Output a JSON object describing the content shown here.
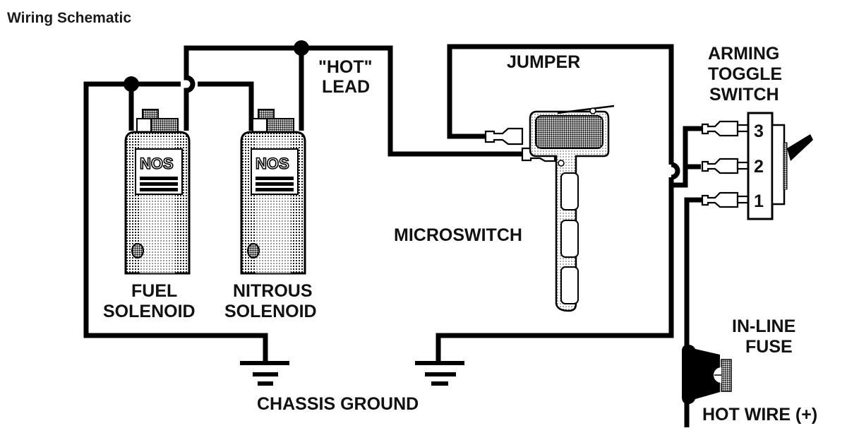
{
  "title": "Wiring Schematic",
  "labels": {
    "hot_lead_1": "\"HOT\"",
    "hot_lead_2": "LEAD",
    "jumper": "JUMPER",
    "arming_1": "ARMING",
    "arming_2": "TOGGLE",
    "arming_3": "SWITCH",
    "microswitch": "MICROSWITCH",
    "fuel_1": "FUEL",
    "fuel_2": "SOLENOID",
    "nitrous_1": "NITROUS",
    "nitrous_2": "SOLENOID",
    "chassis_ground": "CHASSIS GROUND",
    "inline_1": "IN-LINE",
    "inline_2": "FUSE",
    "hot_wire": "HOT WIRE (+)"
  },
  "solenoids": [
    {
      "name": "fuel-solenoid",
      "brand": "NOS"
    },
    {
      "name": "nitrous-solenoid",
      "brand": "NOS"
    }
  ],
  "toggle_terminals": [
    "3",
    "2",
    "1"
  ],
  "colors": {
    "ink": "#000000",
    "background": "#ffffff"
  }
}
